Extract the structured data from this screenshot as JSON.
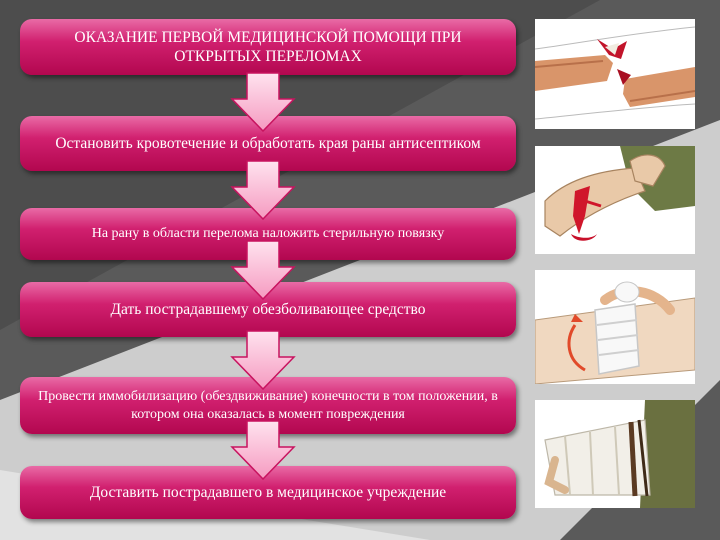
{
  "title": "ОКАЗАНИЕ  ПЕРВОЙ  МЕДИЦИНСКОЙ ПОМОЩИ ПРИ ОТКРЫТЫХ ПЕРЕЛОМАХ",
  "steps": [
    "Остановить кровотечение и обработать края раны антисептиком",
    "На рану в области перелома наложить стерильную повязку",
    "Дать пострадавшему обезболивающее средство",
    "Провести  иммобилизацию (обездвиживание) конечности в том положении, в котором она оказалась в момент повреждения",
    "Доставить пострадавшего в медицинское учреждение"
  ],
  "colors": {
    "box": "#c8135f",
    "arrow": "#ffc2da",
    "bg_dark": "#4a4a4a",
    "bg_light": "#cfcfcf"
  },
  "illustrations": [
    "open-fracture-image",
    "bleeding-arm-image",
    "bandaging-arm-image",
    "splinted-leg-image"
  ]
}
